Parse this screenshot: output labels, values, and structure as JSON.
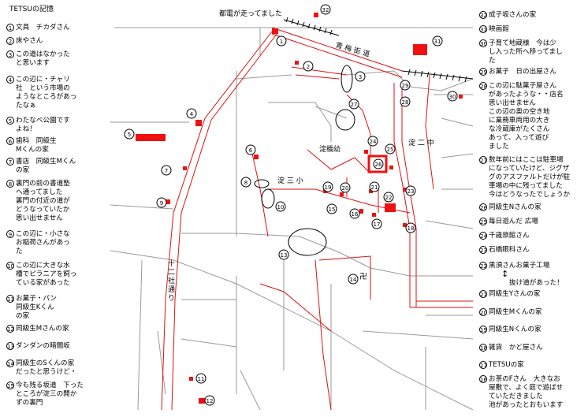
{
  "title": "TETSUの記憶",
  "map_labels": {
    "toden": "都電が走ってました",
    "seiun": "青 梅 街 道",
    "juniso": "十 二 社 通 り",
    "santo": "淀 三 小",
    "nichu": "淀 二 中",
    "yodobashi": "淀橋幼",
    "manji": "卍",
    "arrow_note": "抜け道があった！"
  },
  "left_legend": [
    {
      "n": "1",
      "text": "文具　チカダさん"
    },
    {
      "n": "2",
      "text": "床やさん"
    },
    {
      "n": "3",
      "text": "この道はなかった\nと思います"
    },
    {
      "n": "4",
      "text": "この辺に・チャリ\n社　という市場の\nようなところがあっ\nたなぁ"
    },
    {
      "n": "5",
      "text": "わたなべ公園です\nよね！"
    },
    {
      "n": "6",
      "text": "歯科　同級生\nMくんの家"
    },
    {
      "n": "7",
      "text": "書店　同級生Mくん\nの家"
    },
    {
      "n": "8",
      "text": "裏門の前の書道塾\nへ通ってました\n裏門の付近の道が\nどうなっていたか\n思い出せません"
    },
    {
      "n": "9",
      "text": "この辺に・小さな\nお稲荷さんがあっ\nた"
    },
    {
      "n": "10",
      "text": "この辺に大きな水\n槽でピラニアを飼っ\nている家があった"
    },
    {
      "n": "11",
      "text": "お菓子・パン\n同級生Kくん\nの家"
    },
    {
      "n": "12",
      "text": "同級生Mさんの家"
    },
    {
      "n": "13",
      "text": "ダンダンの暗闇坂"
    },
    {
      "n": "14",
      "text": "同級生のSくんの家\nだったと思うけど・"
    },
    {
      "n": "15",
      "text": "今も残る坂道　下った\nところが淀三の開か\nずの裏門"
    }
  ],
  "right_legend": [
    {
      "n": "32",
      "text": "成子坂さんの家"
    },
    {
      "n": "31",
      "text": "映画館"
    },
    {
      "n": "30",
      "text": "子育て地蔵様　今は少\nし入った所へ移ってまし\nた"
    },
    {
      "n": "29",
      "text": "お菓子　日の出屋さん"
    },
    {
      "n": "28",
      "text": "この辺に駄菓子屋さん\nがあったような・・店名\n思い出せません\nこの辺の奥の空き地\nに業務車両用の大き\nな冷蔵庫がたくさん\nあって、入って遊び\nました"
    },
    {
      "n": "27",
      "text": "数年前にはここは駐車場\nになっていたけど、ジグザ\nグのアスファルトだけが駐\n車場の中に残ってました\n今はどうなったでしょうか"
    },
    {
      "n": "26",
      "text": "同級生Nさんの家"
    },
    {
      "n": "25",
      "text": "毎日遊んだ 広場"
    },
    {
      "n": "24",
      "text": "千歳旅館さん"
    },
    {
      "n": "23",
      "text": "石橋眼科さん"
    },
    {
      "n": "22",
      "text": "黒須さんお菓子工場"
    },
    {
      "n": "21",
      "text": "同級生Yさんの家"
    },
    {
      "n": "20",
      "text": "同級生Mくんの家"
    },
    {
      "n": "19",
      "text": "同級生Nくんの家"
    },
    {
      "n": "18",
      "text": "雑貨　かど屋さん"
    },
    {
      "n": "17",
      "text": "TETSUの家"
    },
    {
      "n": "16",
      "text": "お茶のFさん　大きなお\n屋敷で、よく庭で遊ばせ\nていただきました\n池があったとおもいます"
    }
  ]
}
